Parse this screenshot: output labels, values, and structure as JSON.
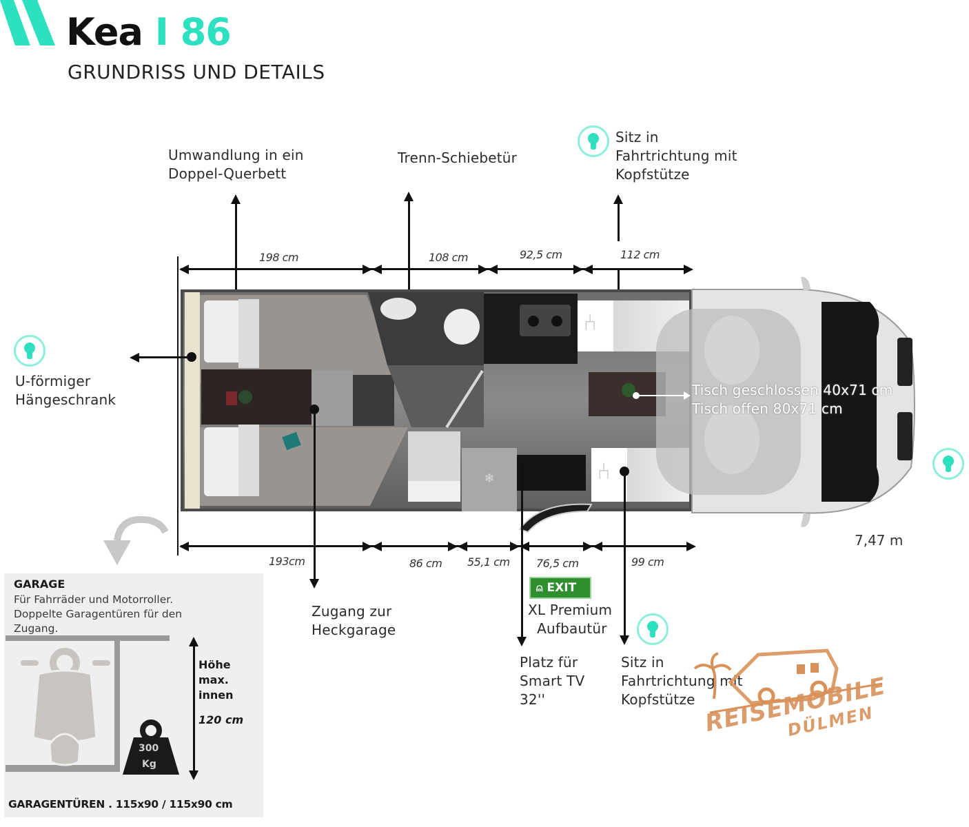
{
  "header": {
    "model_name": "Kea",
    "model_separator": "I",
    "model_number": "86",
    "subtitle": "GRUNDRISS UND DETAILS",
    "accent_color": "#2de0bf"
  },
  "callouts": {
    "bed_conversion": "Umwandlung in ein\nDoppel-Querbett",
    "sliding_door": "Trenn-Schiebetür",
    "seat_top": "Sitz in\nFahrtrichtung mit\nKopfstütze",
    "wardrobe": "U-förmiger\nHängeschrank",
    "garage_access": "Zugang zur\nHeckgarage",
    "smart_tv": "Platz für\nSmart TV\n32''",
    "seat_bottom": "Sitz in\nFahrtrichtung mit\nKopfstütze",
    "entry_door": "XL Premium\n  Aufbautür",
    "exit_sign": "EXIT",
    "table": "Tisch geschlossen 40x71 cm\nTisch offen 80x71 cm",
    "total_length": "7,47 m"
  },
  "dimensions": {
    "top": [
      "198 cm",
      "108 cm",
      "92,5 cm",
      "112 cm"
    ],
    "bottom": [
      "193cm",
      "86 cm",
      "55,1 cm",
      "76,5 cm",
      "99 cm"
    ]
  },
  "garage": {
    "title": "GARAGE",
    "description": "Für Fahrräder und Motorroller.\nDoppelte Garagentüren für den\nZugang.",
    "height_label": "Höhe\nmax.\ninnen",
    "height_value": "120 cm",
    "weight_value": "300",
    "weight_unit": "Kg",
    "doors": "GARAGENTÜREN . 115x90 / 115x90 cm"
  },
  "watermark": {
    "line1": "REISEMOBILE",
    "line2": "DÜLMEN",
    "color": "#d9915a"
  }
}
